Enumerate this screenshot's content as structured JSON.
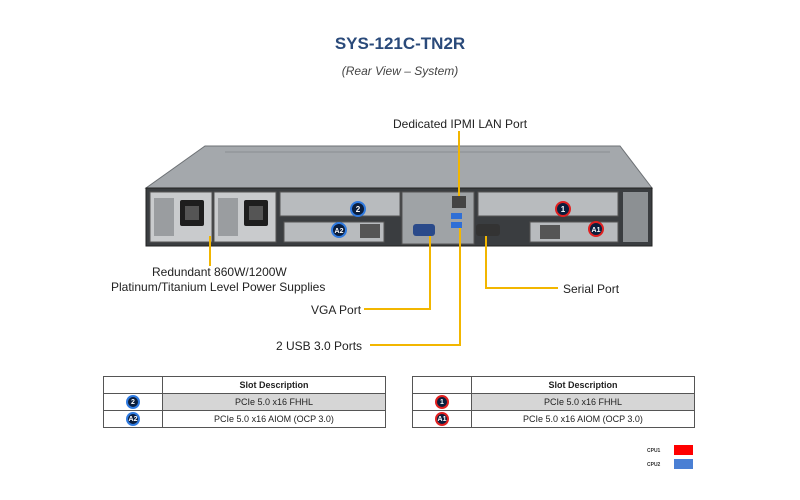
{
  "header": {
    "title": "SYS-121C-TN2R",
    "subtitle": "(Rear View – System)"
  },
  "callouts": {
    "ipmi": "Dedicated IPMI  LAN Port",
    "psu_line1": "Redundant  860W/1200W",
    "psu_line2": "Platinum/Titanium  Level Power Supplies",
    "vga": "VGA Port",
    "serial": "Serial Port",
    "usb": "2 USB 3.0 Ports"
  },
  "chassis_badges": {
    "slot2": "2",
    "slotA2": "A2",
    "slot1": "1",
    "slotA1": "A1"
  },
  "tables": [
    {
      "header": "Slot Description",
      "accent": "blue",
      "rows": [
        {
          "badge": "2",
          "desc": "PCIe 5.0 x16 FHHL"
        },
        {
          "badge": "A2",
          "desc": "PCIe 5.0 x16 AIOM (OCP 3.0)"
        }
      ]
    },
    {
      "header": "Slot Description",
      "accent": "red",
      "rows": [
        {
          "badge": "1",
          "desc": "PCIe 5.0 x16 FHHL"
        },
        {
          "badge": "A1",
          "desc": "PCIe 5.0 x16 AIOM (OCP 3.0)"
        }
      ]
    }
  ],
  "legend": [
    {
      "label": "CPU1",
      "color": "#ff0000"
    },
    {
      "label": "CPU2",
      "color": "#4a7fd4"
    }
  ],
  "colors": {
    "leader_line": "#f2b600",
    "title": "#2a4a7a",
    "cpu1_ring": "#e02020",
    "cpu2_ring": "#2f7ae0"
  }
}
